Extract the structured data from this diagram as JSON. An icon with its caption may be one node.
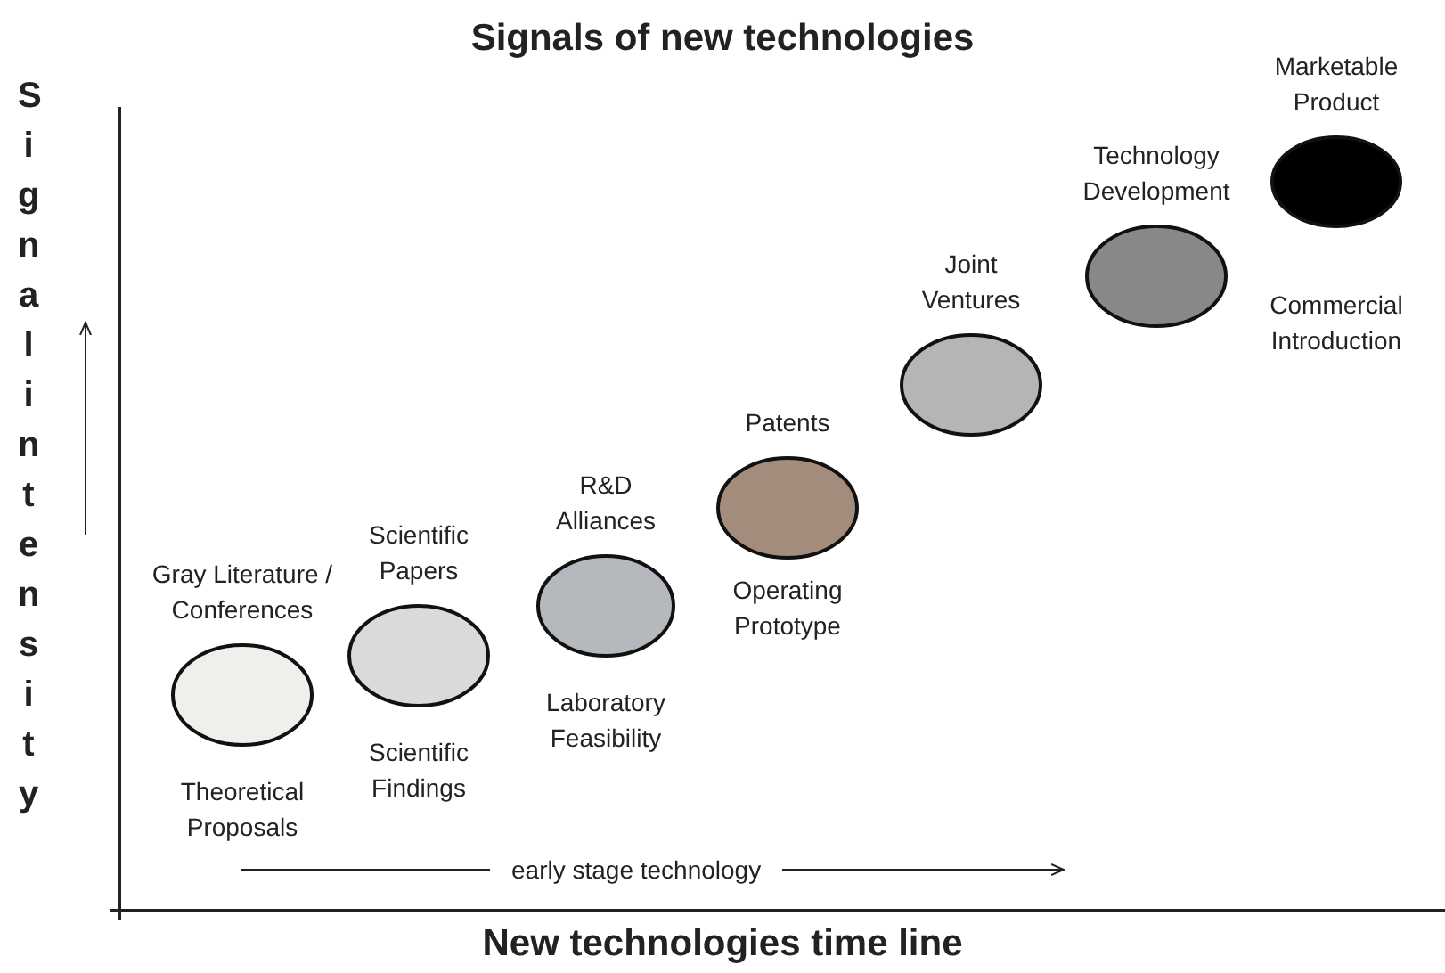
{
  "diagram": {
    "title": "Signals of new technologies",
    "nodes": [
      {
        "text": [
          "Gray Literature / Conferences",
          "Theoretical Proposals"
        ]
      },
      {
        "text": [
          "Scientific Papers",
          "Scientific Findings"
        ]
      },
      {
        "text": [
          "R&D Alliances",
          "Laboratory Feasibility"
        ]
      },
      {
        "text": [
          "Patents",
          "Operating Prototype"
        ]
      },
      {
        "text": [
          "Joint Ventures"
        ]
      },
      {
        "text": [
          "Technology Development"
        ]
      },
      {
        "text": [
          "Marketable Product",
          "Commercial Introduction"
        ]
      }
    ],
    "edges": [],
    "labels": [
      "Signal intensity",
      "early stage technology",
      "New technologies time line"
    ]
  }
}
